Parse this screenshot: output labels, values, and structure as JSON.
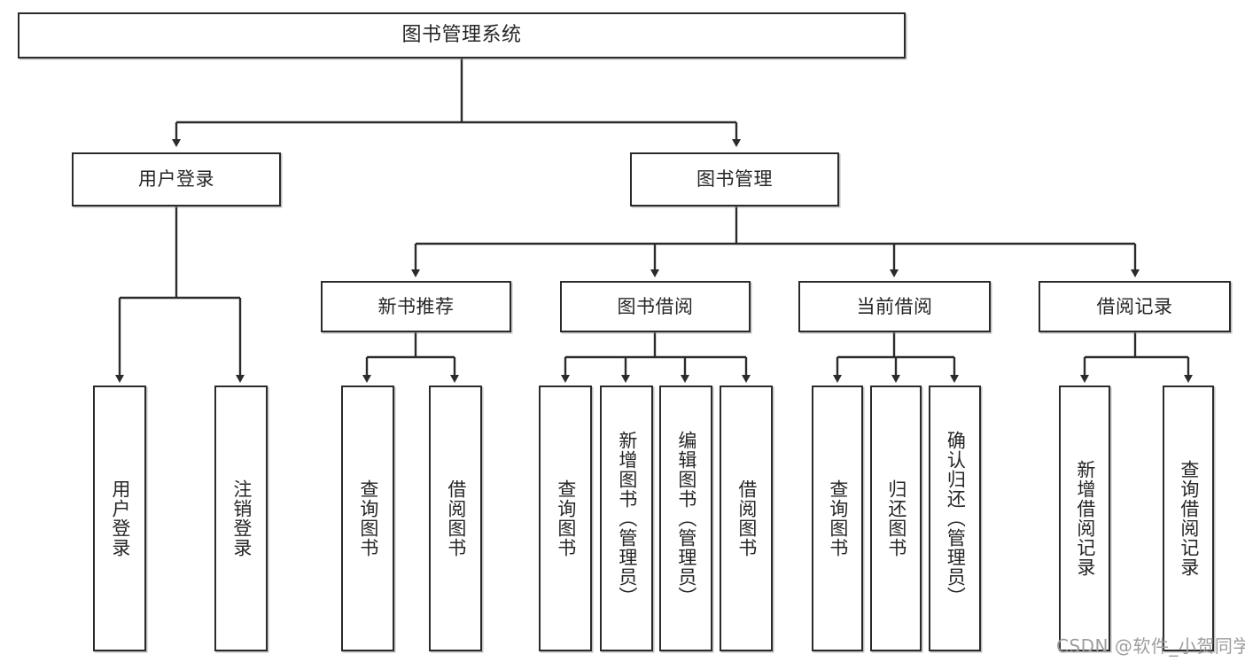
{
  "diagram": {
    "title": "图书管理系统",
    "type": "hierarchy-tree",
    "nodes": {
      "root": {
        "label": "图书管理系统"
      },
      "level2": [
        {
          "id": "user-login",
          "label": "用户登录"
        },
        {
          "id": "book-manage",
          "label": "图书管理"
        }
      ],
      "level3": [
        {
          "id": "new-book-recommend",
          "label": "新书推荐"
        },
        {
          "id": "book-borrow",
          "label": "图书借阅"
        },
        {
          "id": "current-borrow",
          "label": "当前借阅"
        },
        {
          "id": "borrow-record",
          "label": "借阅记录"
        }
      ],
      "leaves": {
        "user_login": [
          {
            "id": "leaf-user-login",
            "label": "用户登录"
          },
          {
            "id": "leaf-logout-login",
            "label": "注销登录"
          }
        ],
        "new_book_recommend": [
          {
            "id": "leaf-query-book-1",
            "label": "查询图书"
          },
          {
            "id": "leaf-borrow-book-1",
            "label": "借阅图书"
          }
        ],
        "book_borrow": [
          {
            "id": "leaf-query-book-2",
            "label": "查询图书"
          },
          {
            "id": "leaf-add-book",
            "label": "新增图书（管理员）"
          },
          {
            "id": "leaf-edit-book",
            "label": "编辑图书（管理员）"
          },
          {
            "id": "leaf-borrow-book-2",
            "label": "借阅图书"
          }
        ],
        "current_borrow": [
          {
            "id": "leaf-query-book-3",
            "label": "查询图书"
          },
          {
            "id": "leaf-return-book",
            "label": "归还图书"
          },
          {
            "id": "leaf-confirm-return",
            "label": "确认归还（管理员）"
          }
        ],
        "borrow_record": [
          {
            "id": "leaf-add-record",
            "label": "新增借阅记录"
          },
          {
            "id": "leaf-query-record",
            "label": "查询借阅记录"
          }
        ]
      }
    },
    "colors": {
      "stroke": "#2b2b2b",
      "fill": "#ffffff",
      "text": "#262626",
      "watermark": "#9d9d9d"
    }
  },
  "watermark": {
    "text": "CSDN @软件_小贺同学"
  }
}
